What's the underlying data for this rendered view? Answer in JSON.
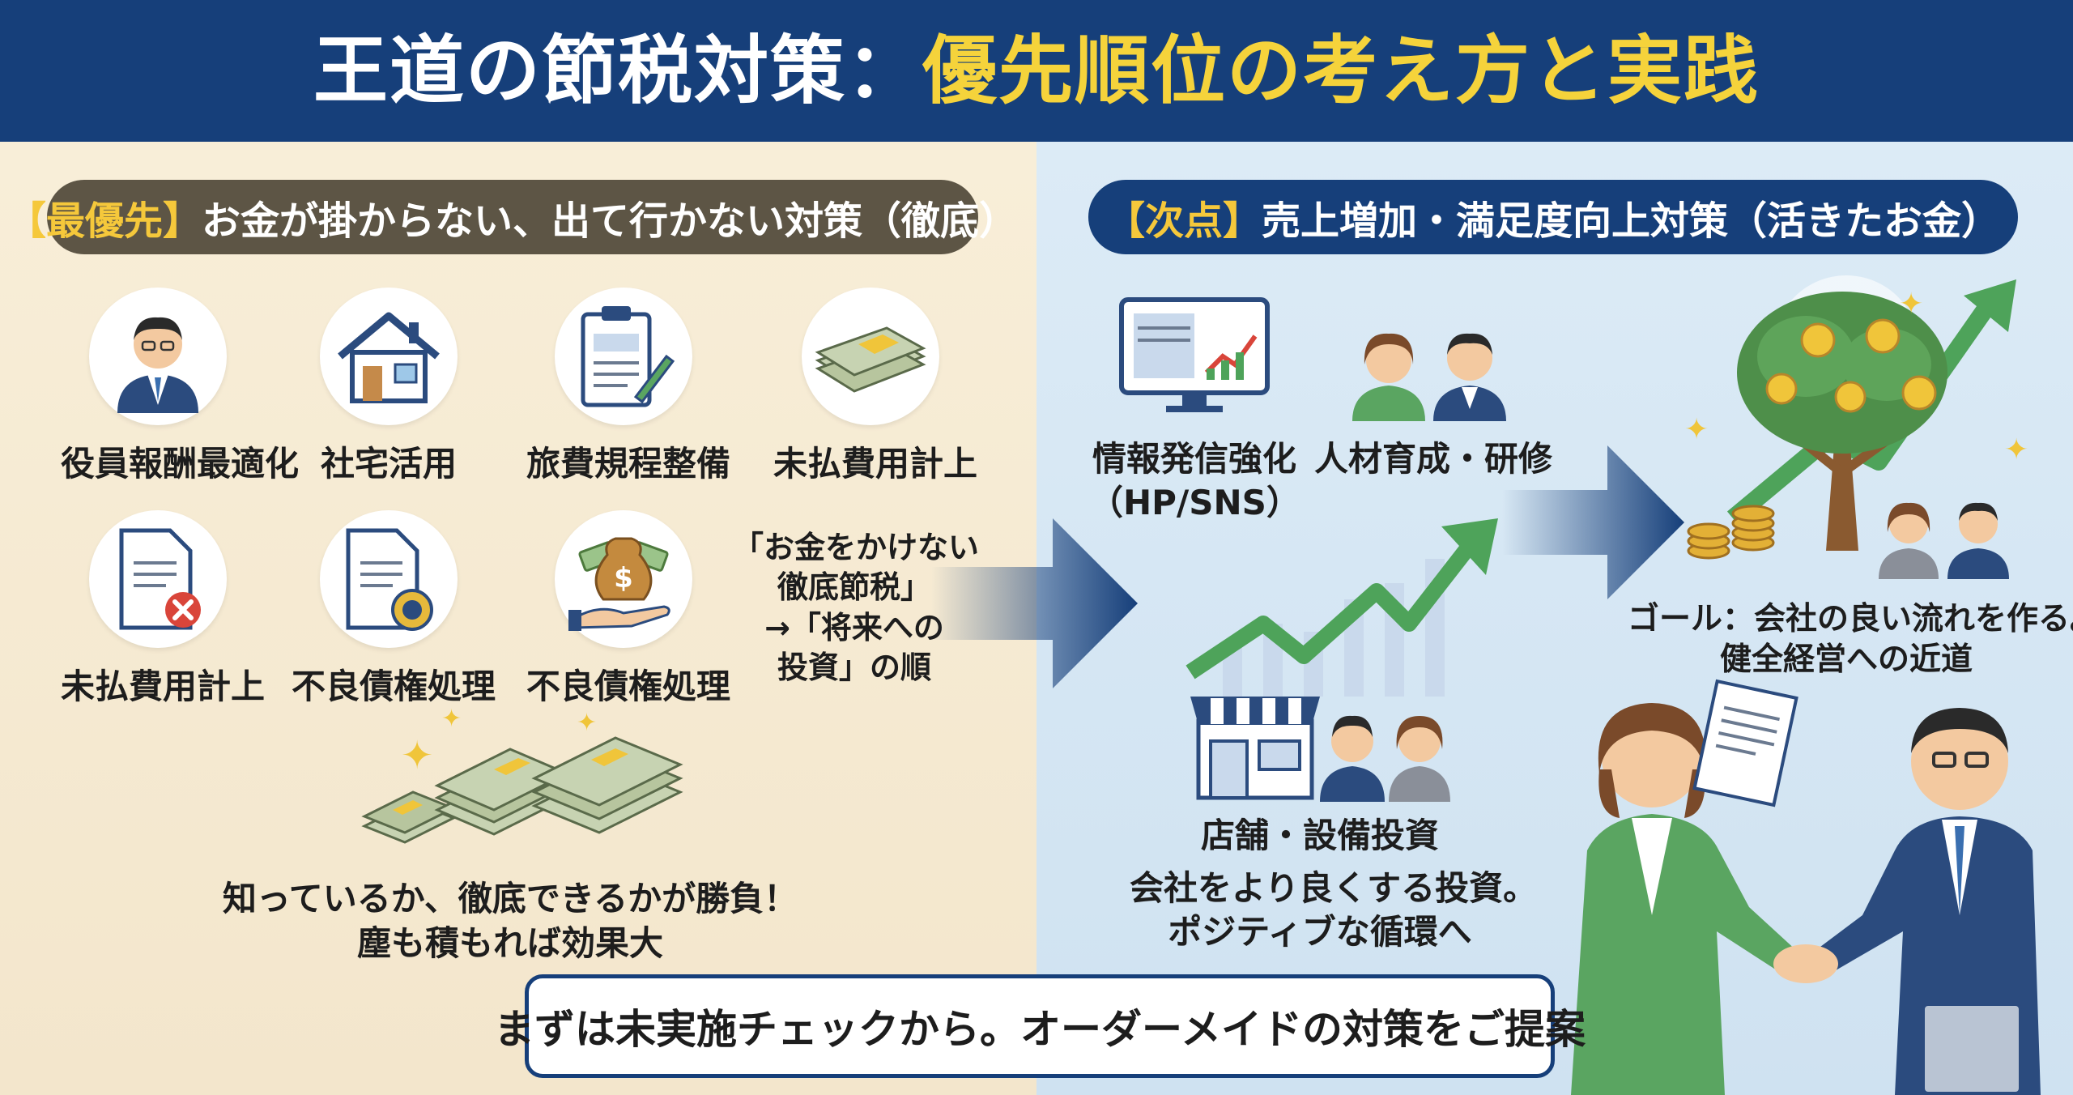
{
  "header": {
    "title_part1": "王道の節税対策：",
    "title_part2": "優先順位の考え方と実践"
  },
  "left": {
    "pill_highlight": "【最優先】",
    "pill_text": "お金が掛からない、出て行かない対策（徹底）",
    "items": [
      {
        "label": "役員報酬最適化",
        "icon": "businessman-icon"
      },
      {
        "label": "社宅活用",
        "icon": "house-icon"
      },
      {
        "label": "旅費規程整備",
        "icon": "clipboard-icon"
      },
      {
        "label": "未払費用計上",
        "icon": "cash-stack-icon"
      },
      {
        "label": "未払費用計上",
        "icon": "document-cancel-icon"
      },
      {
        "label": "不良債権処理",
        "icon": "document-coin-icon"
      },
      {
        "label": "不良債権処理",
        "icon": "money-hand-icon"
      }
    ],
    "callout_lines": [
      "「お金をかけない",
      "徹底節税」",
      "→「将来への",
      "投資」の順"
    ],
    "summary_lines": [
      "知っているか、徹底できるかが勝負！",
      "塵も積もれば効果大"
    ]
  },
  "right": {
    "pill_highlight": "【次点】",
    "pill_text": "売上増加・満足度向上対策（活きたお金）",
    "info_label_lines": [
      "情報発信強化",
      "（HP/SNS）"
    ],
    "training_label": "人材育成・研修",
    "store_label": "店舗・設備投資",
    "store_desc_lines": [
      "会社をより良くする投資。",
      "ポジティブな循環へ"
    ],
    "goal_lines": [
      "ゴール：会社の良い流れを作る。",
      "健全経営への近道"
    ]
  },
  "bottom_box": "まずは未実施チェックから。オーダーメイドの対策をご提案",
  "colors": {
    "navy": "#163f7a",
    "yellow": "#f5d33b",
    "left_bg": "#f6ecd6",
    "right_bg": "#d6e7f4",
    "green": "#4ea35a"
  }
}
